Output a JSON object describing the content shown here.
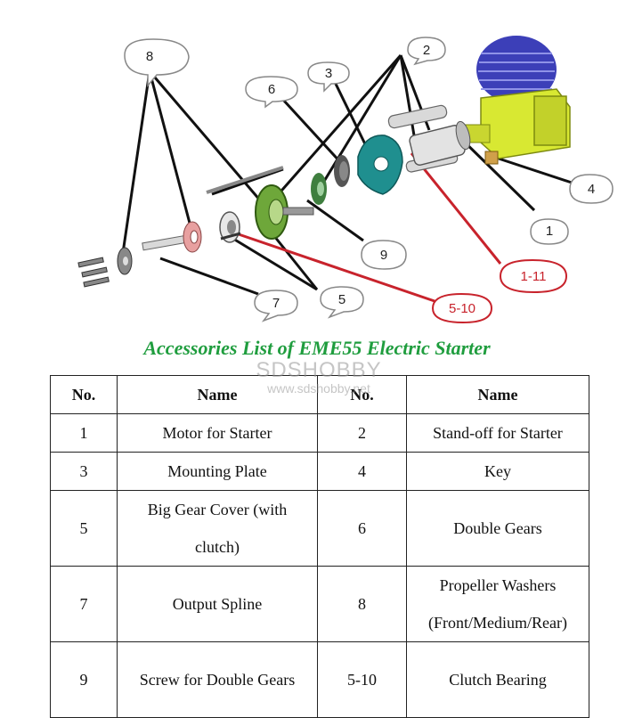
{
  "diagram": {
    "callouts": [
      "8",
      "3",
      "2",
      "6",
      "4",
      "1",
      "9",
      "1-11",
      "7",
      "5",
      "5-10"
    ]
  },
  "title": "Accessories List of EME55 Electric Starter",
  "watermark": {
    "brand": "SDSHOBBY",
    "url": "www.sdshobby.net"
  },
  "table": {
    "headers": [
      "No.",
      "Name",
      "No.",
      "Name"
    ],
    "rows": [
      [
        "1",
        "Motor for Starter",
        "2",
        "Stand-off for Starter"
      ],
      [
        "3",
        "Mounting Plate",
        "4",
        "Key"
      ],
      [
        "5",
        "Big Gear Cover (with clutch)",
        "6",
        "Double Gears"
      ],
      [
        "7",
        "Output Spline",
        "8",
        "Propeller Washers (Front/Medium/Rear)"
      ],
      [
        "9",
        "Screw for Double Gears",
        "5-10",
        "Clutch Bearing"
      ]
    ]
  },
  "colors": {
    "title_green": "#1f9d3e",
    "callout_red": "#c8232c",
    "engine_blue": "#3c3fb8",
    "crankcase_yellow": "#d8e832",
    "plate_teal": "#1f8f8f",
    "gear_green": "#6ea73a"
  }
}
